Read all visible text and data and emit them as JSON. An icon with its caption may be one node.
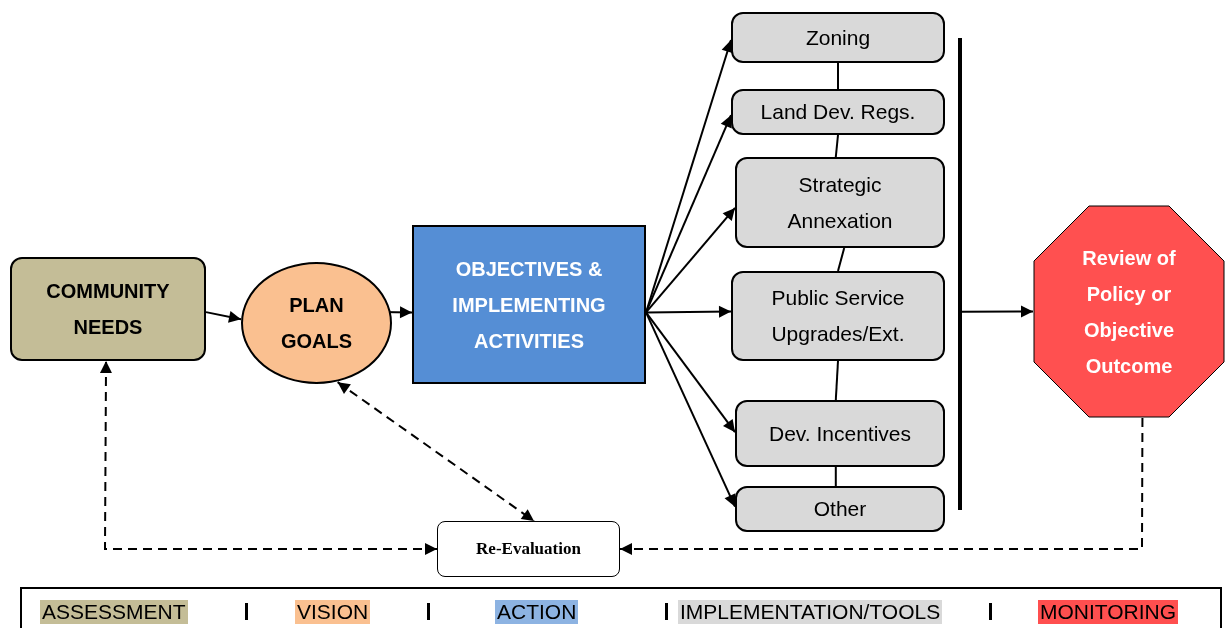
{
  "diagram": {
    "nodes": [
      {
        "text": [
          "COMMUNITY NEEDS"
        ]
      },
      {
        "text": [
          "PLAN GOALS"
        ]
      },
      {
        "text": [
          "OBJECTIVES & IMPLEMENTING ACTIVITIES"
        ]
      },
      {
        "text": [
          "Zoning"
        ]
      },
      {
        "text": [
          "Land Dev. Regs."
        ]
      },
      {
        "text": [
          "Strategic Annexation"
        ]
      },
      {
        "text": [
          "Public Service Upgrades/Ext."
        ]
      },
      {
        "text": [
          "Dev. Incentives"
        ]
      },
      {
        "text": [
          "Other"
        ]
      },
      {
        "text": [],
        "shape": "bar"
      },
      {
        "text": [
          "Review of Policy or Objective Outcome"
        ]
      },
      {
        "text": [
          "Re-Evaluation"
        ]
      }
    ],
    "edges": [
      {
        "from": 0,
        "to": 1,
        "arrow": "to"
      },
      {
        "from": 1,
        "to": 2,
        "arrow": "to"
      },
      {
        "from": 2,
        "to": 3,
        "arrow": "to"
      },
      {
        "from": 2,
        "to": 4,
        "arrow": "to"
      },
      {
        "from": 2,
        "to": 5,
        "arrow": "to"
      },
      {
        "from": 2,
        "to": 6,
        "arrow": "to"
      },
      {
        "from": 2,
        "to": 7,
        "arrow": "to"
      },
      {
        "from": 2,
        "to": 8,
        "arrow": "to"
      },
      {
        "from": 3,
        "to": 4,
        "arrow": "none"
      },
      {
        "from": 4,
        "to": 5,
        "arrow": "none"
      },
      {
        "from": 5,
        "to": 6,
        "arrow": "none"
      },
      {
        "from": 6,
        "to": 7,
        "arrow": "none"
      },
      {
        "from": 7,
        "to": 8,
        "arrow": "none"
      },
      {
        "from": 9,
        "to": 10,
        "arrow": "to"
      },
      {
        "from": 10,
        "to": 11,
        "arrow": "to",
        "style": "dashed"
      },
      {
        "from": 11,
        "to": 0,
        "arrow": "both",
        "style": "dashed"
      },
      {
        "from": 1,
        "to": 11,
        "arrow": "both",
        "style": "dashed"
      }
    ],
    "legend": [
      {
        "text": "ASSESSMENT",
        "color": "#c4bd97"
      },
      {
        "text": "VISION",
        "color": "#fac090"
      },
      {
        "text": "ACTION",
        "color": "#8db3e2"
      },
      {
        "text": "IMPLEMENTATION/TOOLS",
        "color": "#d9d9d9"
      },
      {
        "text": "MONITORING",
        "color": "#ff4f4f"
      }
    ]
  }
}
